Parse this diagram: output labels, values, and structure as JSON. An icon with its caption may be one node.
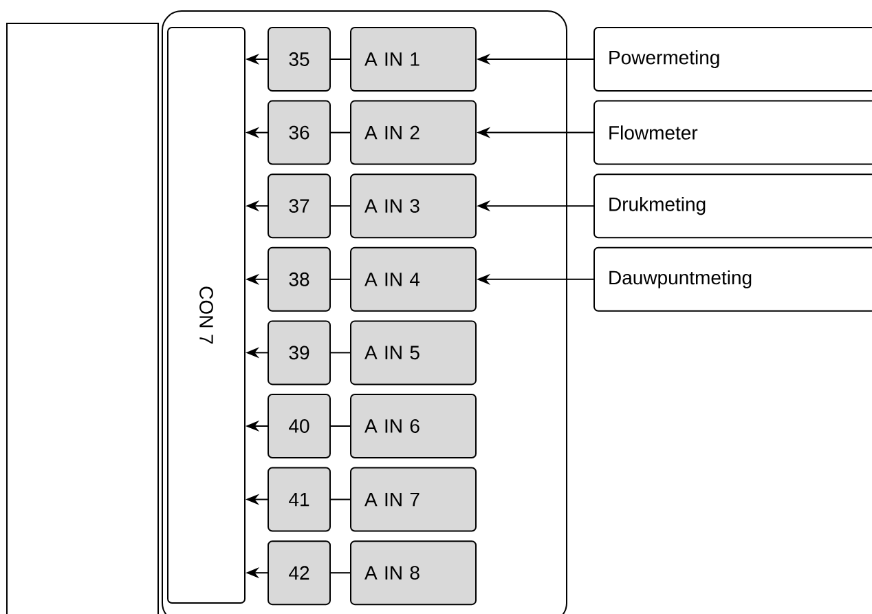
{
  "diagram": {
    "nodes": [
      {
        "text": [],
        "shape": "box"
      },
      {
        "text": [],
        "shape": "box"
      },
      {
        "text": [
          "CON 7"
        ],
        "in": 1
      },
      {
        "text": [
          "35"
        ],
        "in": 1
      },
      {
        "text": [
          "36"
        ],
        "in": 1
      },
      {
        "text": [
          "37"
        ],
        "in": 1
      },
      {
        "text": [
          "38"
        ],
        "in": 1
      },
      {
        "text": [
          "39"
        ],
        "in": 1
      },
      {
        "text": [
          "40"
        ],
        "in": 1
      },
      {
        "text": [
          "41"
        ],
        "in": 1
      },
      {
        "text": [
          "42"
        ],
        "in": 1
      },
      {
        "text": [
          "A IN 1"
        ],
        "in": 1
      },
      {
        "text": [
          "A IN 2"
        ],
        "in": 1
      },
      {
        "text": [
          "A IN 3"
        ],
        "in": 1
      },
      {
        "text": [
          "A IN 4"
        ],
        "in": 1
      },
      {
        "text": [
          "A IN 5"
        ],
        "in": 1
      },
      {
        "text": [
          "A IN 6"
        ],
        "in": 1
      },
      {
        "text": [
          "A IN 7"
        ],
        "in": 1
      },
      {
        "text": [
          "A IN 8"
        ],
        "in": 1
      },
      {
        "text": [
          "Powermeting"
        ]
      },
      {
        "text": [
          "Flowmeter"
        ]
      },
      {
        "text": [
          "Drukmeting"
        ]
      },
      {
        "text": [
          "Dauwpuntmeting"
        ]
      }
    ],
    "edges": [
      {
        "from": 3,
        "to": 2,
        "arrow": "to"
      },
      {
        "from": 4,
        "to": 2,
        "arrow": "to"
      },
      {
        "from": 5,
        "to": 2,
        "arrow": "to"
      },
      {
        "from": 6,
        "to": 2,
        "arrow": "to"
      },
      {
        "from": 7,
        "to": 2,
        "arrow": "to"
      },
      {
        "from": 8,
        "to": 2,
        "arrow": "to"
      },
      {
        "from": 9,
        "to": 2,
        "arrow": "to"
      },
      {
        "from": 10,
        "to": 2,
        "arrow": "to"
      },
      {
        "from": 11,
        "to": 3,
        "arrow": "none"
      },
      {
        "from": 12,
        "to": 4,
        "arrow": "none"
      },
      {
        "from": 13,
        "to": 5,
        "arrow": "none"
      },
      {
        "from": 14,
        "to": 6,
        "arrow": "none"
      },
      {
        "from": 15,
        "to": 7,
        "arrow": "none"
      },
      {
        "from": 16,
        "to": 8,
        "arrow": "none"
      },
      {
        "from": 17,
        "to": 9,
        "arrow": "none"
      },
      {
        "from": 18,
        "to": 10,
        "arrow": "none"
      },
      {
        "from": 19,
        "to": 11,
        "arrow": "to"
      },
      {
        "from": 20,
        "to": 12,
        "arrow": "to"
      },
      {
        "from": 21,
        "to": 13,
        "arrow": "to"
      },
      {
        "from": 22,
        "to": 14,
        "arrow": "to"
      }
    ]
  }
}
